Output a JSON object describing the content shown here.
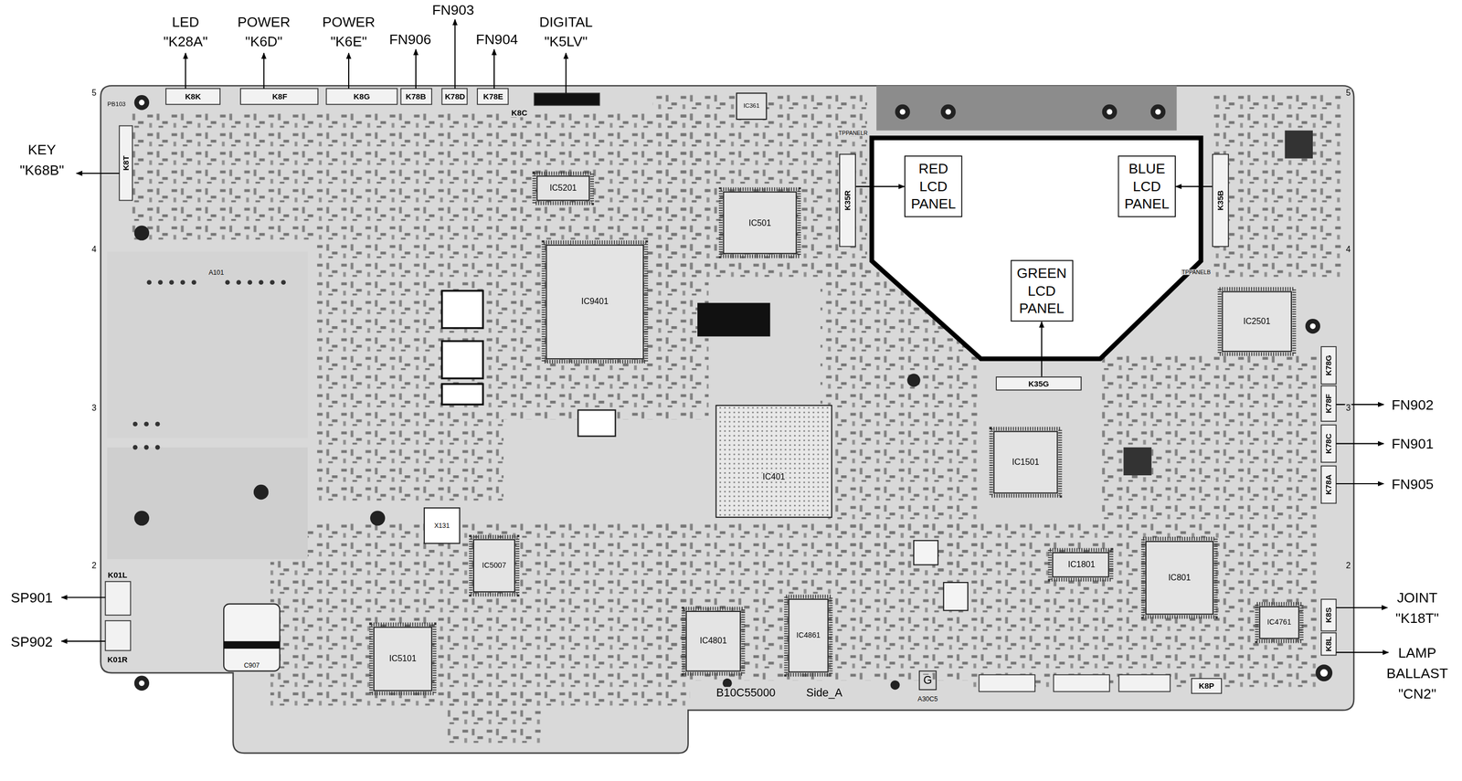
{
  "diagram": {
    "nodes": [
      {
        "text": [
          "RED LCD PANEL"
        ]
      },
      {
        "text": [
          "BLUE LCD PANEL"
        ]
      },
      {
        "text": [
          "GREEN LCD PANEL"
        ]
      },
      {
        "text": [
          "K35R"
        ]
      },
      {
        "text": [
          "K35B"
        ]
      },
      {
        "text": [
          "K35G"
        ]
      }
    ],
    "edges": [
      {
        "from": 3,
        "to": 0,
        "arrow": "to"
      },
      {
        "from": 4,
        "to": 1,
        "arrow": "to"
      },
      {
        "from": 5,
        "to": 2,
        "arrow": "to"
      }
    ],
    "labels": [
      "LED",
      "\"K28A\"",
      "POWER",
      "\"K6D\"",
      "POWER",
      "\"K6E\"",
      "FN906",
      "FN903",
      "FN904",
      "DIGITAL",
      "\"K5LV\"",
      "KEY",
      "\"K68B\"",
      "SP901",
      "SP902",
      "FN902",
      "FN901",
      "FN905",
      "JOINT",
      "\"K18T\"",
      "LAMP",
      "BALLAST",
      "\"CN2\"",
      "K8K",
      "K8F",
      "K8G",
      "K78B",
      "K78D",
      "K78E",
      "K8C",
      "K8T",
      "K01L",
      "K01R",
      "K78G",
      "K78F",
      "K78C",
      "K78A",
      "K8S",
      "K8L",
      "K8P",
      "IC9401",
      "IC501",
      "IC2501",
      "IC401",
      "IC1501",
      "IC1801",
      "IC801",
      "IC5007",
      "IC5101",
      "IC4801",
      "IC4861",
      "IC4761",
      "IC5201",
      "IC361",
      "B10C55000",
      "Side_A",
      "G",
      "A30C5",
      "5",
      "4",
      "3",
      "2",
      "5",
      "4",
      "3",
      "2",
      "A101",
      "PB103",
      "C907",
      "TPPANELR",
      "TPPANELB",
      "X131"
    ]
  }
}
